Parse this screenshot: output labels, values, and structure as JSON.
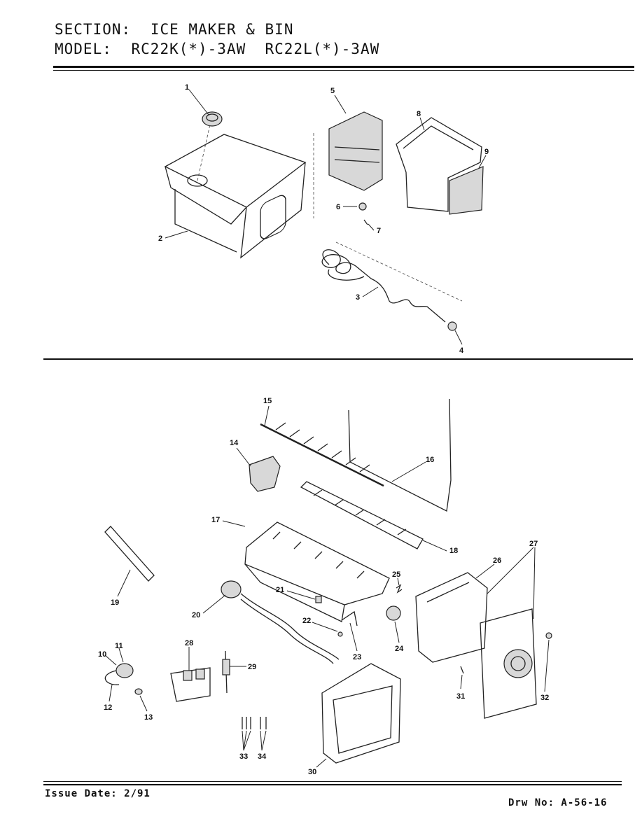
{
  "header": {
    "section_label": "SECTION:",
    "section_value": "ICE MAKER & BIN",
    "model_label": "MODEL:",
    "model_value": "RC22K(*)-3AW  RC22L(*)-3AW"
  },
  "footer": {
    "issue_date": "Issue Date: 2/91",
    "drawing_number": "Drw No: A-56-16"
  },
  "callouts": [
    "1",
    "2",
    "3",
    "4",
    "5",
    "6",
    "7",
    "8",
    "9",
    "10",
    "11",
    "12",
    "13",
    "14",
    "15",
    "16",
    "17",
    "18",
    "19",
    "20",
    "21",
    "22",
    "23",
    "24",
    "25",
    "26",
    "27",
    "28",
    "29",
    "30",
    "31",
    "32",
    "33",
    "34"
  ]
}
